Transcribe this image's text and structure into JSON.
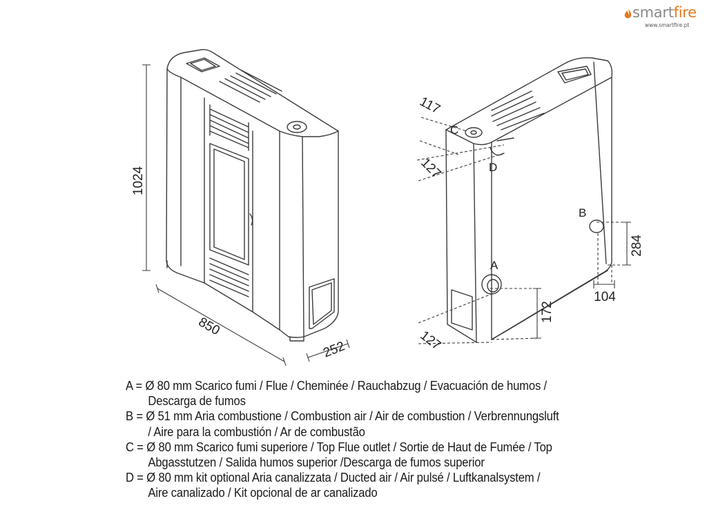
{
  "logo": {
    "brand_part1": "smart",
    "brand_part2": "fire",
    "url": "www.smartfire.pt",
    "accent_color": "#e07a1f",
    "text_color": "#8a8a8a"
  },
  "dimensions": {
    "height": "1024",
    "width": "850",
    "depth": "252",
    "top_flue_offset": "117",
    "top_flue_depth": "127",
    "bottom_depth": "127",
    "flue_height": "172",
    "air_height": "284",
    "air_offset": "104"
  },
  "markers": {
    "a": "A",
    "b": "B",
    "c": "C",
    "d": "D"
  },
  "legend": [
    {
      "line1": "A = Ø 80 mm  Scarico fumi / Flue / Cheminée / Rauchabzug / Evacuación de humos /",
      "line2": "Descarga de fumos"
    },
    {
      "line1": "B = Ø 51 mm  Aria combustione / Combustion air / Air de combustion / Verbrennungsluft",
      "line2": "/ Aire para la combustión / Ar de combustão"
    },
    {
      "line1": "C = Ø 80 mm  Scarico fumi superiore / Top Flue outlet / Sortie de Haut de Fumée / Top",
      "line2": "Abgasstutzen / Salida humos superior /Descarga de fumos superior"
    },
    {
      "line1": "D = Ø 80 mm  kit optional Aria canalizzata / Ducted air / Air pulsé / Luftkanalsystem /",
      "line2": "Aire canalizado / Kit opcional de ar canalizado"
    }
  ]
}
